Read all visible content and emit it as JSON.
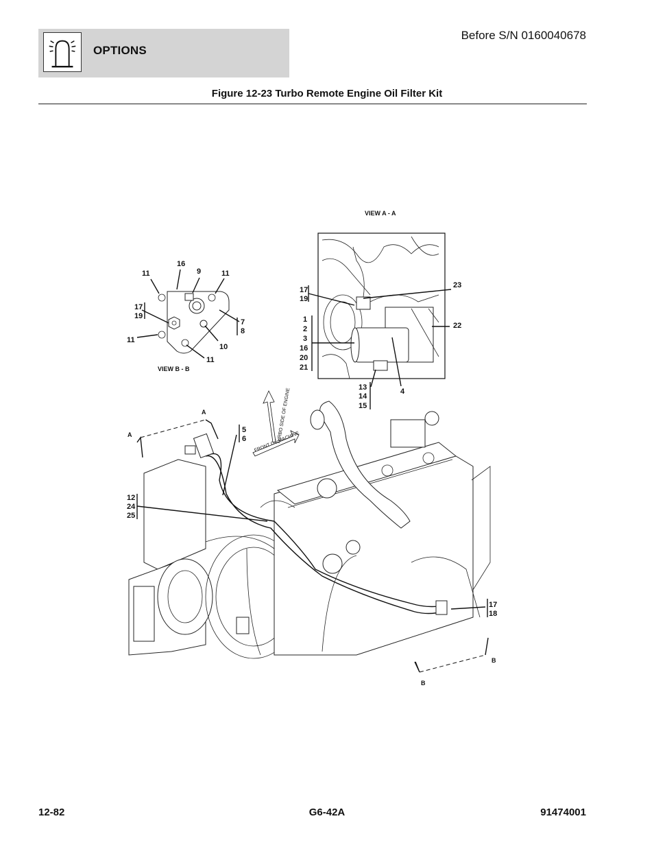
{
  "header": {
    "section_title": "OPTIONS",
    "serial_note": "Before S/N 0160040678",
    "icon": "options-lamp-icon"
  },
  "figure": {
    "title": "Figure 12-23 Turbo Remote Engine Oil Filter Kit",
    "view_a_label": "VIEW A - A",
    "view_b_label": "VIEW B - B",
    "section_a": "A",
    "section_b": "B",
    "front_of_machine": "FRONT OF MACHINE",
    "turbo_side": "TURBO SIDE OF ENGINE",
    "view_b_callouts": {
      "c16": "16",
      "c9": "9",
      "c11a": "11",
      "c11b": "11",
      "c11c": "11",
      "c11d": "11",
      "c17": "17",
      "c19": "19",
      "c7": "7",
      "c8": "8",
      "c10": "10"
    },
    "view_a_callouts": {
      "c17": "17",
      "c19": "19",
      "c23": "23",
      "c22": "22",
      "c1": "1",
      "c2": "2",
      "c3": "3",
      "c16": "16",
      "c20": "20",
      "c21": "21",
      "c13": "13",
      "c14": "14",
      "c15": "15",
      "c4": "4"
    },
    "main_callouts": {
      "c5": "5",
      "c6": "6",
      "c12": "12",
      "c24": "24",
      "c25": "25",
      "c17": "17",
      "c18": "18"
    }
  },
  "footer": {
    "page_number": "12-82",
    "model": "G6-42A",
    "doc_number": "91474001"
  }
}
